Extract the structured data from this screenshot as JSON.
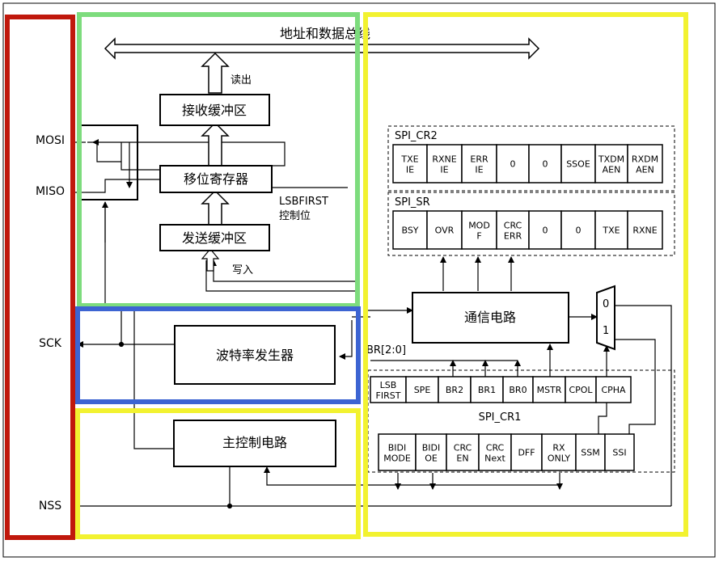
{
  "bus_label": "地址和数据总线",
  "labels": {
    "read_out": "读出",
    "write_in": "写入",
    "lsbfirst_line1": "LSBFIRST",
    "lsbfirst_line2": "控制位",
    "br_label": "BR[2:0]",
    "mux_0": "0",
    "mux_1": "1"
  },
  "blocks": {
    "rx_buffer": "接收缓冲区",
    "shift_register": "移位寄存器",
    "tx_buffer": "发送缓冲区",
    "baud_generator": "波特率发生器",
    "master_control": "主控制电路",
    "comm_circuit": "通信电路"
  },
  "pins": [
    "MOSI",
    "MISO",
    "SCK",
    "NSS"
  ],
  "registers": {
    "cr2": {
      "name": "SPI_CR2",
      "bits": [
        [
          "TXE",
          "IE"
        ],
        [
          "RXNE",
          "IE"
        ],
        [
          "ERR",
          "IE"
        ],
        [
          "0"
        ],
        [
          "0"
        ],
        [
          "SSOE"
        ],
        [
          "TXDM",
          "AEN"
        ],
        [
          "RXDM",
          "AEN"
        ]
      ]
    },
    "sr": {
      "name": "SPI_SR",
      "bits": [
        [
          "BSY"
        ],
        [
          "OVR"
        ],
        [
          "MOD",
          "F"
        ],
        [
          "CRC",
          "ERR"
        ],
        [
          "0"
        ],
        [
          "0"
        ],
        [
          "TXE"
        ],
        [
          "RXNE"
        ]
      ]
    },
    "cr1": {
      "name": "SPI_CR1",
      "bits_top": [
        [
          "LSB",
          "FIRST"
        ],
        [
          "SPE"
        ],
        [
          "BR2"
        ],
        [
          "BR1"
        ],
        [
          "BR0"
        ],
        [
          "MSTR"
        ],
        [
          "CPOL"
        ],
        [
          "CPHA"
        ]
      ],
      "bits_bottom": [
        [
          "BIDI",
          "MODE"
        ],
        [
          "BIDI",
          "OE"
        ],
        [
          "CRC",
          "EN"
        ],
        [
          "CRC",
          "Next"
        ],
        [
          "DFF"
        ],
        [
          "RX",
          "ONLY"
        ],
        [
          "SSM"
        ],
        [
          "SSI"
        ]
      ]
    }
  },
  "colors": {
    "red_frame": "#c0180c",
    "green_frame": "#7ddc7d",
    "blue_frame": "#3c64d2",
    "yellow_frame": "#f2f230"
  }
}
